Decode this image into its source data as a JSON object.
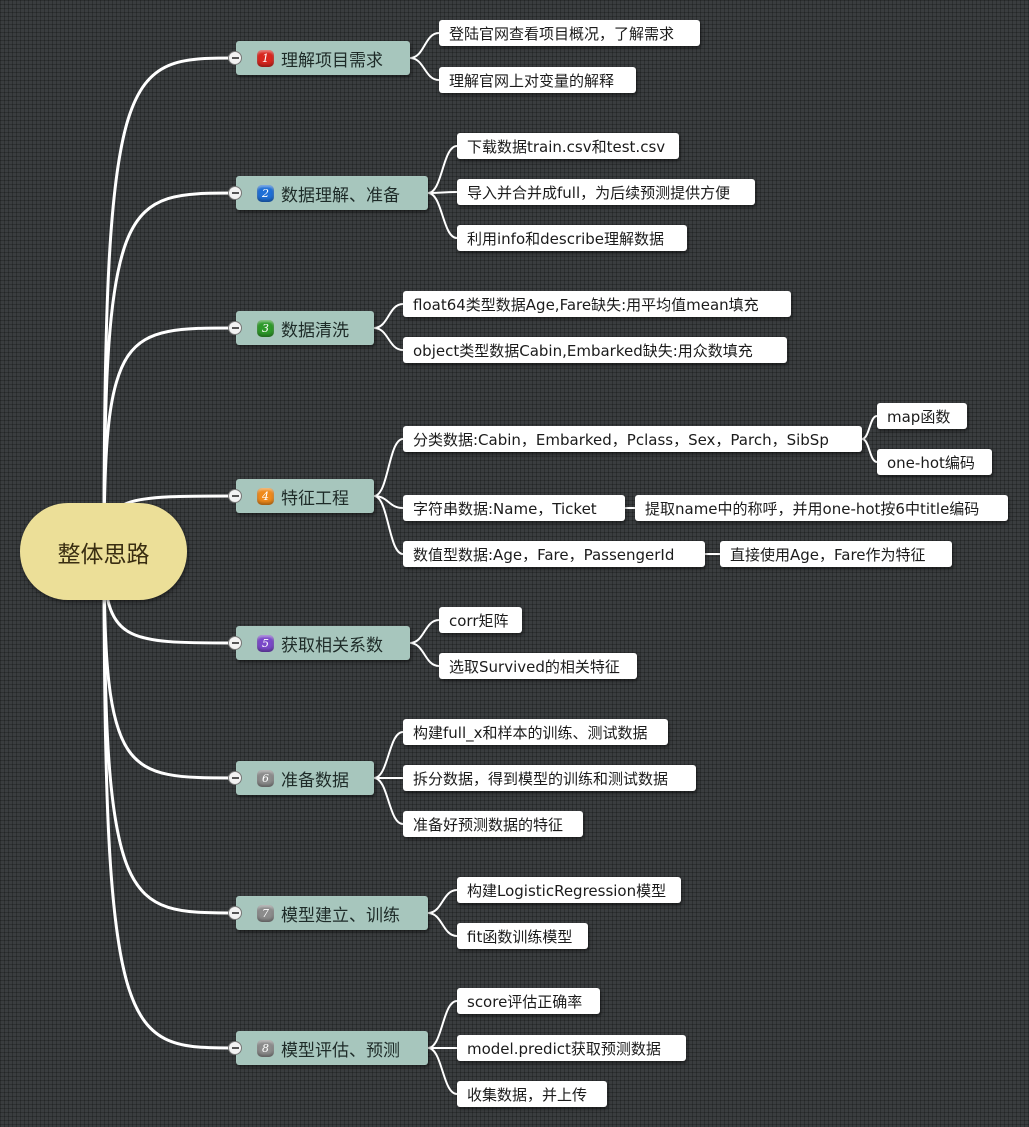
{
  "central": {
    "label": "整体思路"
  },
  "topics": [
    {
      "num": "1",
      "color": "#d8261f",
      "label": "理解项目需求",
      "subs": [
        "登陆官网查看项目概况，了解需求",
        "理解官网上对变量的解释"
      ]
    },
    {
      "num": "2",
      "color": "#1f6fd6",
      "label": "数据理解、准备",
      "subs": [
        "下载数据train.csv和test.csv",
        "导入并合并成full，为后续预测提供方便",
        "利用info和describe理解数据"
      ]
    },
    {
      "num": "3",
      "color": "#2e9a2a",
      "label": "数据清洗",
      "subs": [
        "float64类型数据Age,Fare缺失:用平均值mean填充",
        "object类型数据Cabin,Embarked缺失:用众数填充"
      ]
    },
    {
      "num": "4",
      "color": "#ef8a1c",
      "label": "特征工程",
      "subs": [
        "分类数据:Cabin，Embarked，Pclass，Sex，Parch，SibSp",
        "字符串数据:Name，Ticket",
        "数值型数据:Age，Fare，PassengerId"
      ],
      "leaves": [
        "map函数",
        "one-hot编码",
        "提取name中的称呼，并用one-hot按6中title编码",
        "直接使用Age，Fare作为特征"
      ]
    },
    {
      "num": "5",
      "color": "#7a49c9",
      "label": "获取相关系数",
      "subs": [
        "corr矩阵",
        "选取Survived的相关特征"
      ]
    },
    {
      "num": "6",
      "color": "#8c8c8c",
      "label": "准备数据",
      "subs": [
        "构建full_x和样本的训练、测试数据",
        "拆分数据，得到模型的训练和测试数据",
        "准备好预测数据的特征"
      ]
    },
    {
      "num": "7",
      "color": "#8c8c8c",
      "label": "模型建立、训练",
      "subs": [
        "构建LogisticRegression模型",
        "fit函数训练模型"
      ]
    },
    {
      "num": "8",
      "color": "#8c8c8c",
      "label": "模型评估、预测",
      "subs": [
        "score评估正确率",
        "model.predict获取预测数据",
        "收集数据，并上传"
      ]
    }
  ]
}
